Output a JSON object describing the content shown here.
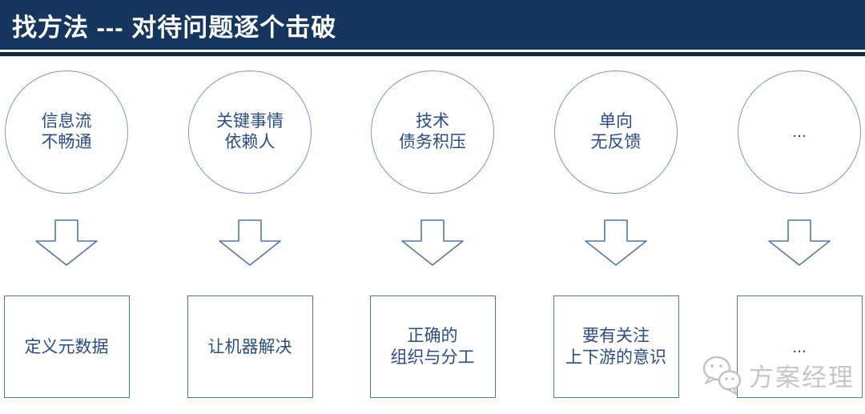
{
  "header": {
    "title": "找方法 --- 对待问题逐个击破"
  },
  "columns": [
    {
      "problem": "信息流\n不畅通",
      "solution": "定义元数据"
    },
    {
      "problem": "关键事情\n依赖人",
      "solution": "让机器解决"
    },
    {
      "problem": "技术\n债务积压",
      "solution": "正确的\n组织与分工"
    },
    {
      "problem": "单向\n无反馈",
      "solution": "要有关注\n上下游的意识"
    },
    {
      "problem": "...",
      "solution": "..."
    }
  ],
  "watermark": {
    "icon": "wechat-icon",
    "label": "方案经理"
  },
  "colors": {
    "header_bg": "#17365D",
    "divider": "#152740",
    "shape_stroke": "#54779F",
    "circle_stroke": "#7B97BE",
    "text_blue": "#2C4D80",
    "watermark_gray": "#C6C6C6"
  }
}
